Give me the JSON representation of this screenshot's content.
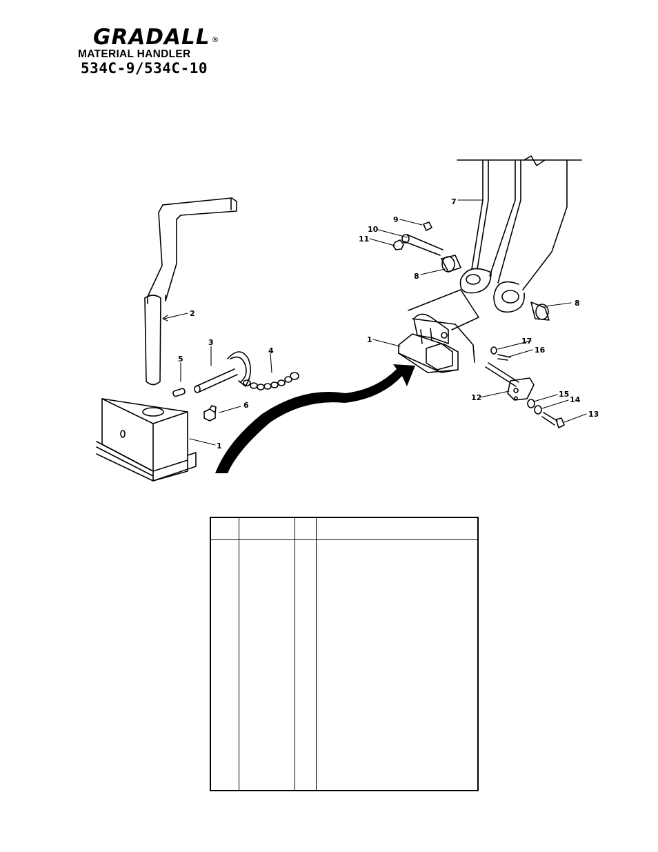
{
  "header": {
    "brand": "GRADALL",
    "registered_mark": "®",
    "subtitle": "MATERIAL HANDLER",
    "model": "534C-9/534C-10"
  },
  "callouts": [
    "1",
    "2",
    "3",
    "4",
    "5",
    "6",
    "7",
    "8",
    "9",
    "10",
    "11",
    "12",
    "13",
    "14",
    "15",
    "16",
    "17",
    "1",
    "8"
  ],
  "parts_table": {
    "columns": 4,
    "rows": []
  }
}
